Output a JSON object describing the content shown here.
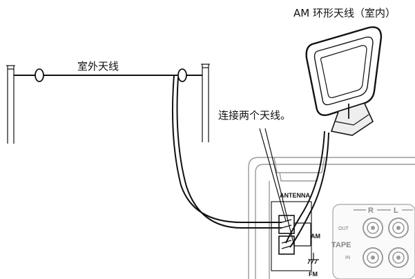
{
  "labels": {
    "outdoor_antenna": "室外天线",
    "am_loop": "AM 环形天线（室内）",
    "connect_both": "连接两个天线。",
    "antenna_panel": "ANTENNA",
    "am_terminal": "AM",
    "fm_terminal": "FM"
  },
  "jack_panel": {
    "right_channel": "R",
    "left_channel": "L",
    "group": "TAPE",
    "out": "OUT",
    "in": "IN"
  }
}
